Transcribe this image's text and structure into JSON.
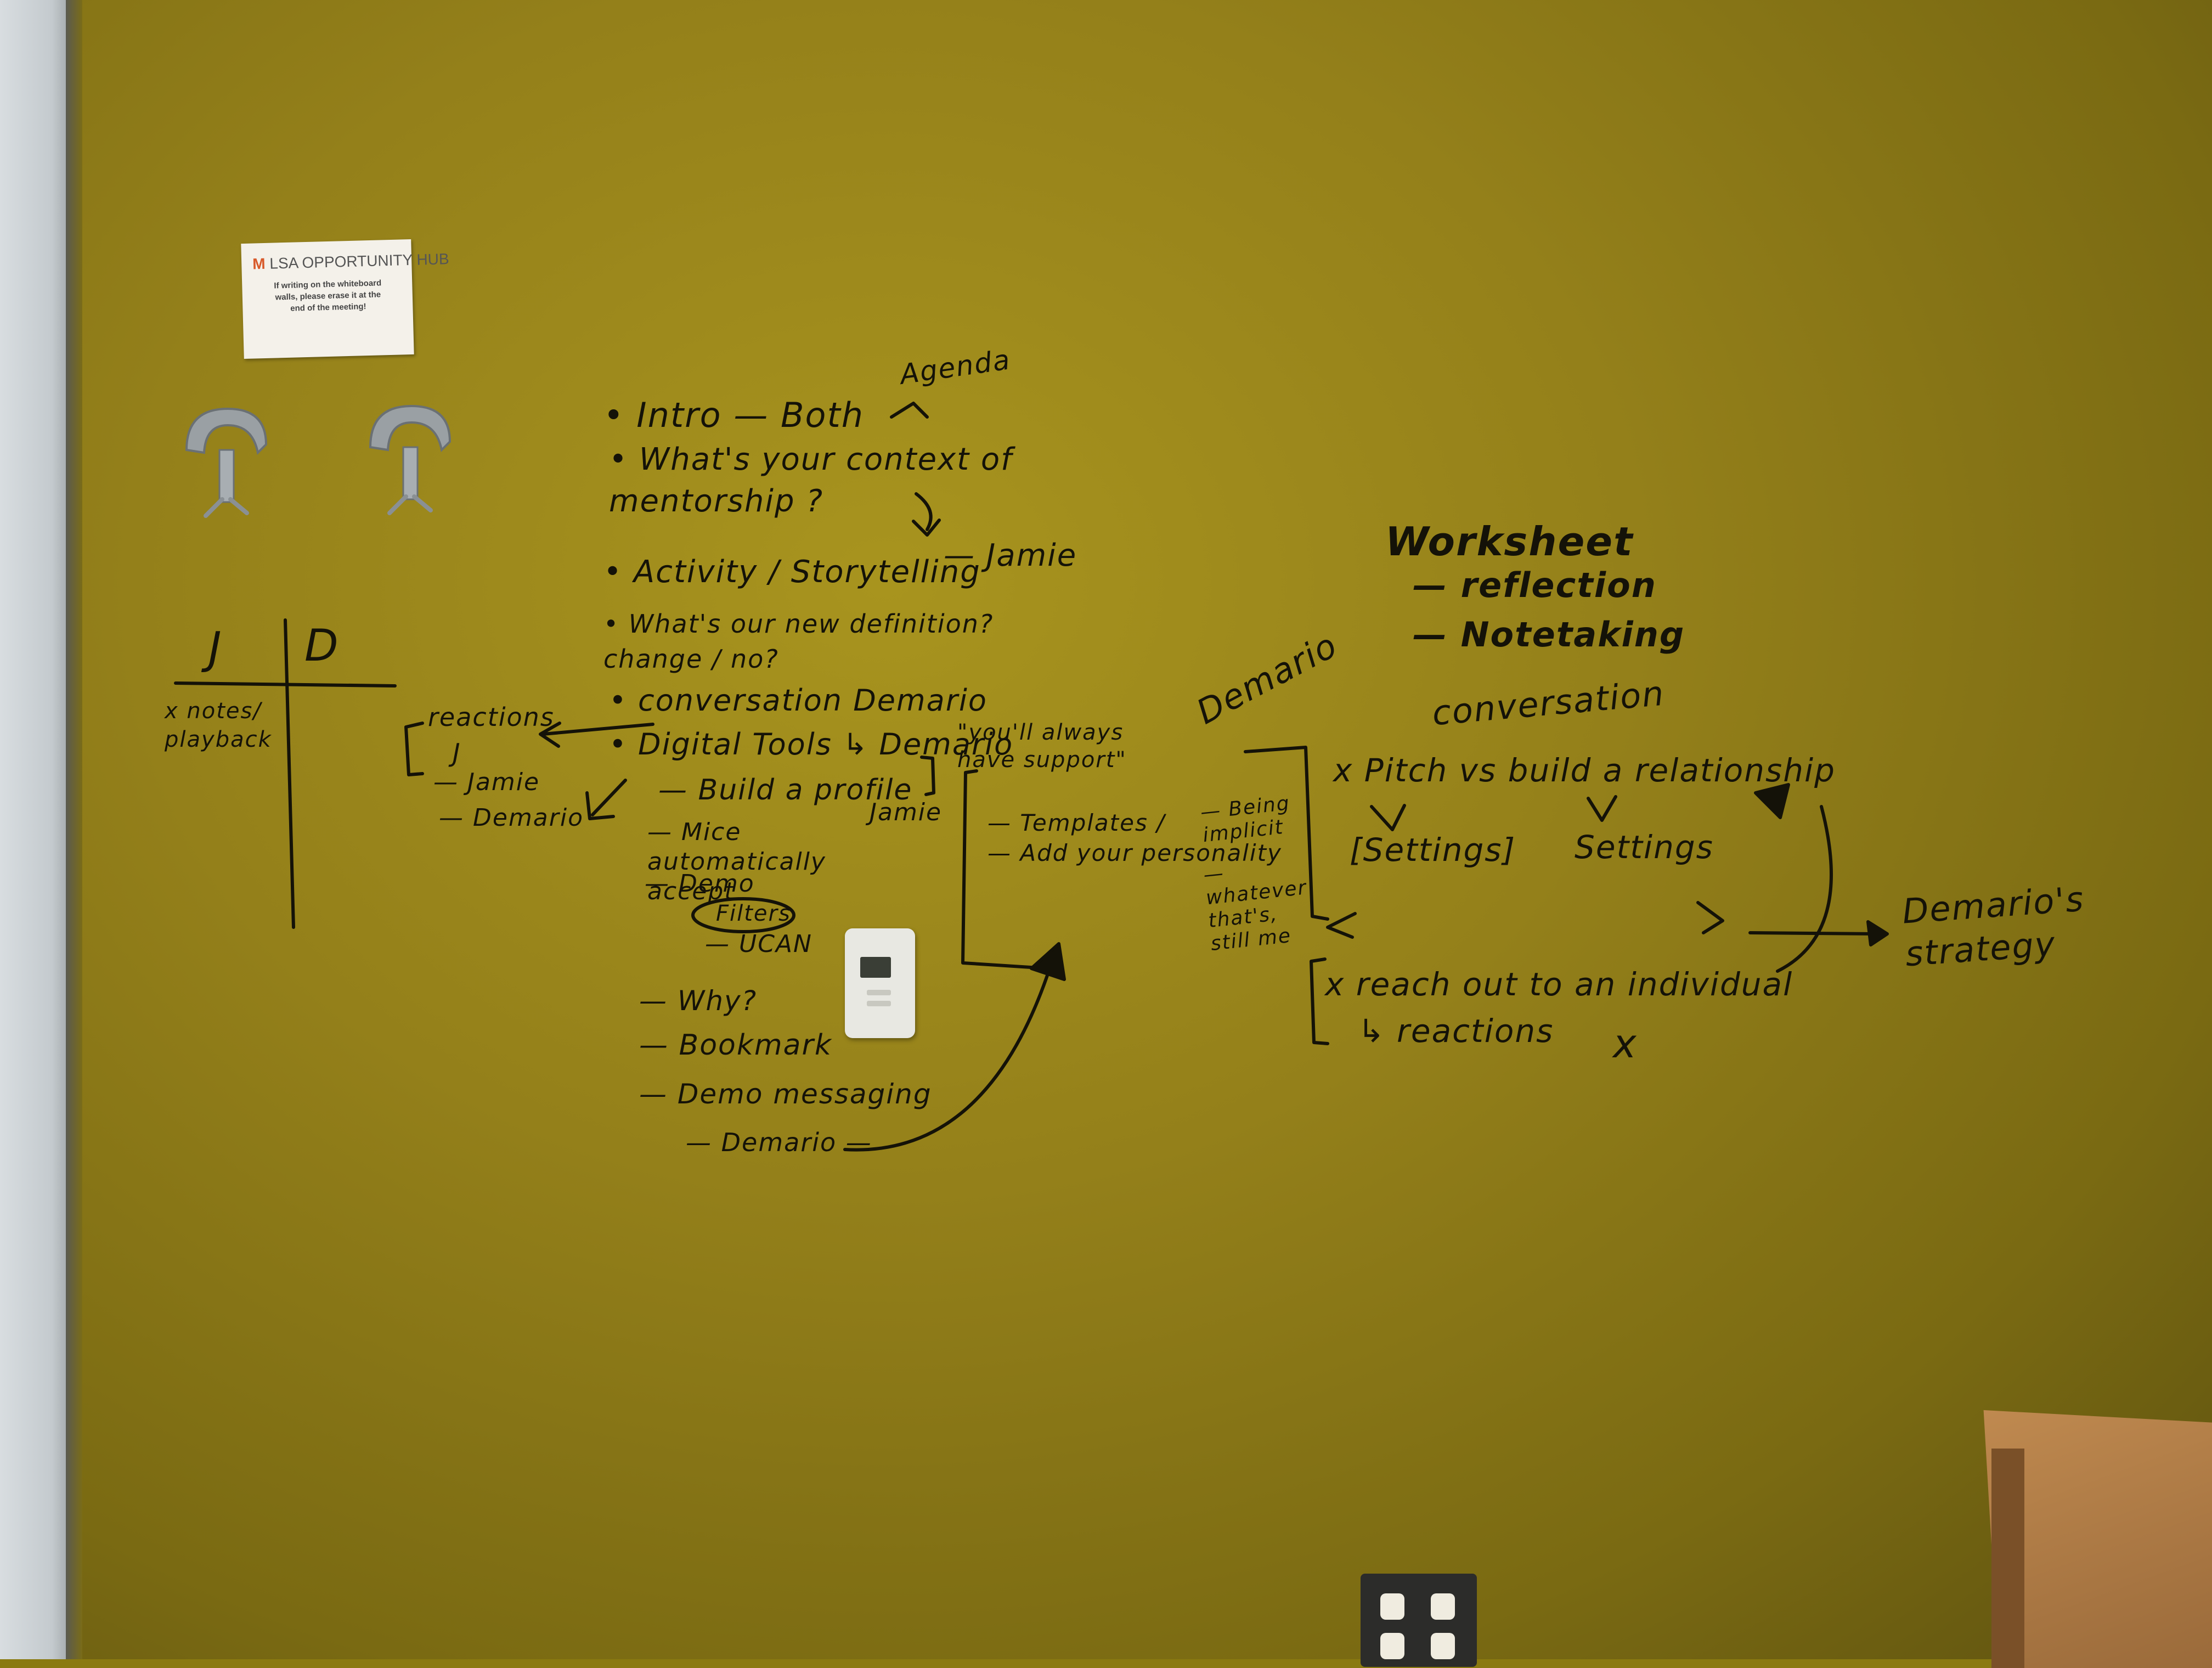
{
  "sign": {
    "hub_mark": "M",
    "hub_title": "LSA OPPORTUNITY HUB",
    "line1": "If writing on the whiteboard",
    "line2": "walls, please erase it at the",
    "line3": "end of the meeting!"
  },
  "whiteboard": {
    "table": {
      "col_j": "J",
      "col_d": "D",
      "row_label": "x notes/ playback"
    },
    "agenda": [
      {
        "bullet": "•",
        "text": "Intro — Both"
      },
      {
        "text": "Agenda"
      },
      {
        "bullet": "•",
        "text": "What's your context of mentorship ?"
      },
      {
        "bullet": "•",
        "text": "Activity / Storytelling"
      },
      {
        "text": "— Jamie"
      },
      {
        "bullet": "•",
        "text": "What's our new definition? change / no?"
      },
      {
        "bullet": "•",
        "text": "conversation Demario"
      },
      {
        "bullet": "•",
        "text": "Digital Tools ↳ Demario"
      },
      {
        "text": "— Build a profile"
      },
      {
        "text": "— Mice automatically accept"
      },
      {
        "text": "Jamie"
      },
      {
        "text": "— Demo"
      },
      {
        "text": "Filters"
      },
      {
        "text": "— UCAN"
      },
      {
        "text": "— Why?"
      },
      {
        "text": "— Bookmark"
      },
      {
        "text": "— Demo messaging"
      },
      {
        "text": "— Demario —"
      }
    ],
    "reactions": {
      "title": "reactions",
      "j": "J",
      "jamie": "— Jamie",
      "demario": "— Demario"
    },
    "support": {
      "quote": "\"you'll always have support\"",
      "templates": "— Templates /",
      "personality": "— Add your personality",
      "note1": "— Being implicit",
      "note2": "— whatever that's, still me"
    },
    "demario_label": "Demario",
    "worksheet": {
      "title": "Worksheet",
      "reflection": "— reflection",
      "notetaking": "— Notetaking"
    },
    "conversation": {
      "title": "conversation",
      "pitch": "x Pitch vs build a relationship",
      "settings_left": "[Settings]",
      "settings_right": "Settings",
      "reach": "x reach out to an individual",
      "reactions": "↳ reactions",
      "strategy": "Demario's strategy",
      "x_mark": "x"
    }
  }
}
